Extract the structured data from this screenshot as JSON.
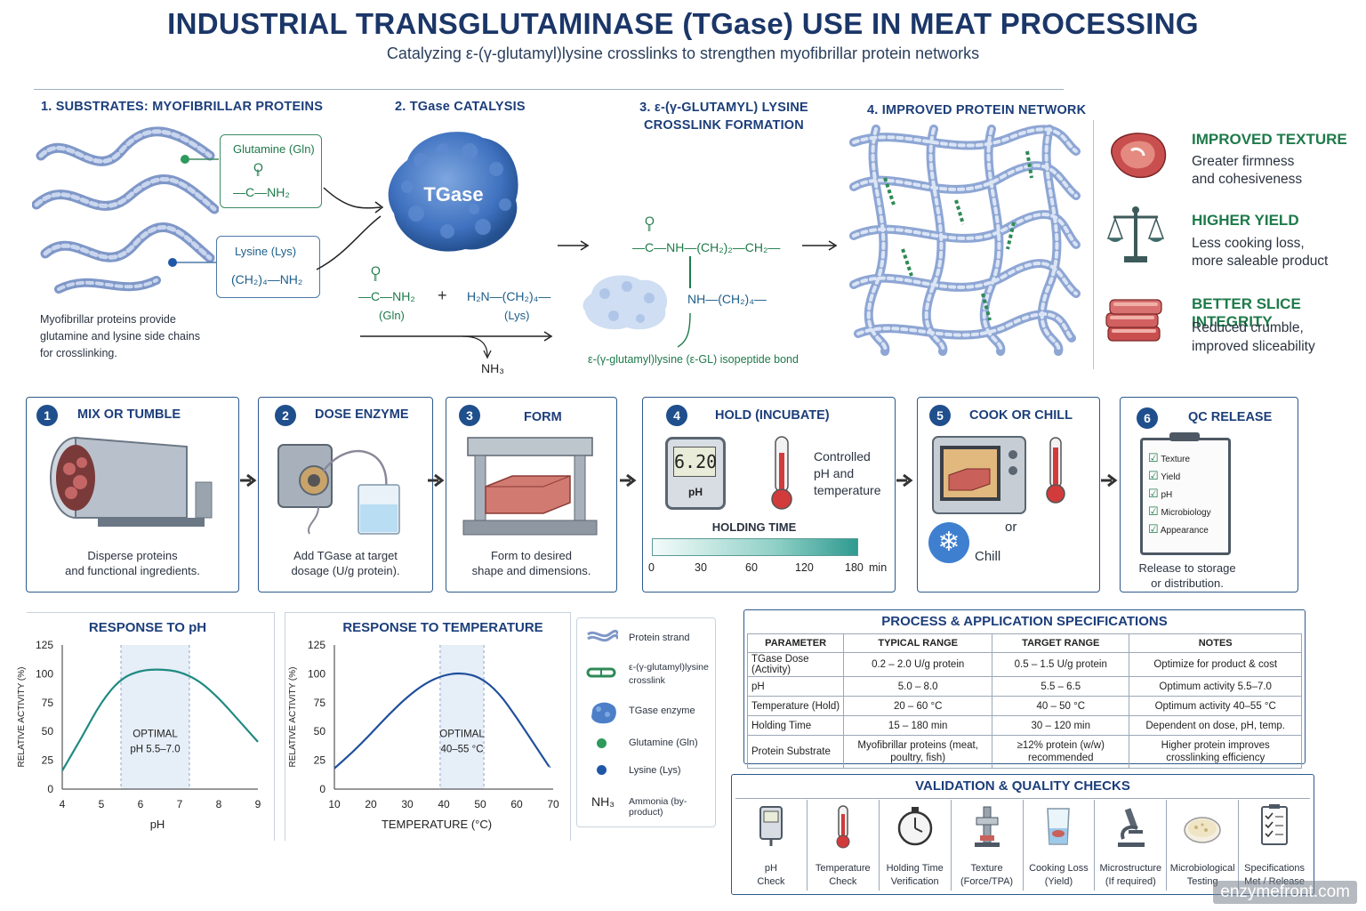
{
  "title": "INDUSTRIAL TRANSGLUTAMINASE (TGase) USE IN MEAT PROCESSING",
  "subtitle": "Catalyzing ε-(γ-glutamyl)lysine crosslinks to strengthen myofibrillar protein networks",
  "mechanism": {
    "s1_title": "1. SUBSTRATES: MYOFIBRILLAR PROTEINS",
    "gln_label": "Glutamine (Gln)",
    "gln_o": "O",
    "gln_struct": "—C—NH₂",
    "lys_label": "Lysine (Lys)",
    "lys_struct": "(CH₂)₄—NH₂",
    "s1_note": "Myofibrillar proteins provide glutamine and lysine side chains for crosslinking.",
    "s2_title": "2. TGase CATALYSIS",
    "enzyme_label": "TGase",
    "r_o": "O",
    "r_gln": "—C—NH₂",
    "r_gln_tag": "(Gln)",
    "r_plus": "+",
    "r_lys": "H₂N—(CH₂)₄—",
    "r_lys_tag": "(Lys)",
    "r_nh3": "NH₃",
    "s3_title_1": "3. ε-(γ-GLUTAMYL) LYSINE",
    "s3_title_2": "CROSSLINK FORMATION",
    "p_o": "O",
    "p_line1": "—C—NH—(CH₂)₂—CH₂—",
    "p_line2": "NH—(CH₂)₄—",
    "bond_label": "ε-(γ-glutamyl)lysine (ε-GL) isopeptide bond",
    "s4_title": "4. IMPROVED PROTEIN NETWORK"
  },
  "benefits": [
    {
      "title": "IMPROVED TEXTURE",
      "desc1": "Greater firmness",
      "desc2": "and cohesiveness",
      "icon": "steak-icon"
    },
    {
      "title": "HIGHER YIELD",
      "desc1": "Less cooking loss,",
      "desc2": "more saleable product",
      "icon": "scale-icon"
    },
    {
      "title": "BETTER SLICE INTEGRITY",
      "desc1": "Reduced crumble,",
      "desc2": "improved sliceability",
      "icon": "slices-icon"
    }
  ],
  "steps": [
    {
      "num": "1",
      "title": "MIX OR TUMBLE",
      "desc1": "Disperse proteins",
      "desc2": "and functional ingredients."
    },
    {
      "num": "2",
      "title": "DOSE ENZYME",
      "desc1": "Add TGase at target",
      "desc2": "dosage (U/g protein)."
    },
    {
      "num": "3",
      "title": "FORM",
      "desc1": "Form to desired",
      "desc2": "shape and dimensions."
    },
    {
      "num": "4",
      "title": "HOLD (INCUBATE)",
      "meter": "6.20",
      "meter_unit": "pH",
      "desc1": "Controlled",
      "desc2": "pH and",
      "desc3": "temperature",
      "bar_title": "HOLDING TIME",
      "ticks": [
        "0",
        "30",
        "60",
        "120",
        "180"
      ],
      "tick_unit": "min"
    },
    {
      "num": "5",
      "title": "COOK OR CHILL",
      "or": "or",
      "chill": "Chill"
    },
    {
      "num": "6",
      "title": "QC RELEASE",
      "checklist": [
        "Texture",
        "Yield",
        "pH",
        "Microbiology",
        "Appearance"
      ],
      "desc1": "Release to storage",
      "desc2": "or distribution."
    }
  ],
  "chart_data": [
    {
      "type": "line",
      "title": "RESPONSE TO pH",
      "xlabel": "pH",
      "ylabel": "RELATIVE ACTIVITY (%)",
      "xlim": [
        4,
        9
      ],
      "ylim": [
        0,
        125
      ],
      "xticks": [
        4,
        5,
        6,
        7,
        8,
        9
      ],
      "yticks": [
        0,
        25,
        50,
        75,
        100,
        125
      ],
      "x": [
        4,
        4.5,
        5,
        5.5,
        6,
        6.5,
        7,
        7.5,
        8,
        8.5,
        9
      ],
      "y": [
        16,
        45,
        76,
        96,
        103,
        104,
        102,
        94,
        79,
        60,
        41
      ],
      "optimal_band": [
        5.5,
        7.25
      ],
      "annotation_1": "OPTIMAL",
      "annotation_2": "pH 5.5–7.0",
      "color": "#1f8a80"
    },
    {
      "type": "line",
      "title": "RESPONSE TO TEMPERATURE",
      "xlabel": "TEMPERATURE (°C)",
      "ylabel": "RELATIVE ACTIVITY (%)",
      "xlim": [
        10,
        70
      ],
      "ylim": [
        0,
        125
      ],
      "xticks": [
        10,
        20,
        30,
        40,
        50,
        60,
        70
      ],
      "yticks": [
        0,
        25,
        50,
        75,
        100,
        125
      ],
      "x": [
        10,
        15,
        20,
        25,
        30,
        35,
        40,
        45,
        50,
        55,
        60,
        65,
        69
      ],
      "y": [
        18,
        32,
        48,
        65,
        80,
        92,
        99,
        101,
        97,
        84,
        62,
        38,
        19
      ],
      "optimal_band": [
        39,
        51
      ],
      "annotation_1": "OPTIMAL",
      "annotation_2": "40–55 °C",
      "color": "#1f4f9c"
    }
  ],
  "legend": [
    {
      "label": "Protein strand",
      "icon": "protein-strand-icon"
    },
    {
      "label": "ε-(γ-glutamyl)lysine crosslink",
      "icon": "crosslink-icon"
    },
    {
      "label": "TGase enzyme",
      "icon": "enzyme-icon"
    },
    {
      "label": "Glutamine (Gln)",
      "icon": "glutamine-dot-icon"
    },
    {
      "label": "Lysine (Lys)",
      "icon": "lysine-dot-icon"
    },
    {
      "label": "Ammonia (by-product)",
      "symbol": "NH₃",
      "icon": "ammonia-icon"
    }
  ],
  "spec_table": {
    "title": "PROCESS & APPLICATION SPECIFICATIONS",
    "headers": [
      "PARAMETER",
      "TYPICAL RANGE",
      "TARGET RANGE",
      "NOTES"
    ],
    "rows": [
      [
        "TGase Dose (Activity)",
        "0.2 – 2.0 U/g protein",
        "0.5 – 1.5 U/g protein",
        "Optimize for product & cost"
      ],
      [
        "pH",
        "5.0 – 8.0",
        "5.5 – 6.5",
        "Optimum activity 5.5–7.0"
      ],
      [
        "Temperature (Hold)",
        "20 – 60 °C",
        "40 – 50 °C",
        "Optimum activity 40–55 °C"
      ],
      [
        "Holding Time",
        "15 – 180 min",
        "30 – 120 min",
        "Dependent on dose, pH, temp."
      ],
      [
        "Protein Substrate",
        "Myofibrillar proteins (meat, poultry, fish)",
        "≥12% protein (w/w) recommended",
        "Higher protein improves crosslinking efficiency"
      ]
    ]
  },
  "validation": {
    "title": "VALIDATION & QUALITY CHECKS",
    "items": [
      {
        "l1": "pH",
        "l2": "Check",
        "icon": "ph-meter-icon"
      },
      {
        "l1": "Temperature",
        "l2": "Check",
        "icon": "thermometer-icon"
      },
      {
        "l1": "Holding Time",
        "l2": "Verification",
        "icon": "stopwatch-icon"
      },
      {
        "l1": "Texture",
        "l2": "(Force/TPA)",
        "icon": "texture-analyzer-icon"
      },
      {
        "l1": "Cooking Loss",
        "l2": "(Yield)",
        "icon": "beaker-icon"
      },
      {
        "l1": "Microstructure",
        "l2": "(If required)",
        "icon": "microscope-icon"
      },
      {
        "l1": "Microbiological",
        "l2": "Testing",
        "icon": "petri-dish-icon"
      },
      {
        "l1": "Specifications",
        "l2": "Met / Release",
        "icon": "checklist-icon"
      }
    ]
  },
  "watermark": "enzymefront.com"
}
